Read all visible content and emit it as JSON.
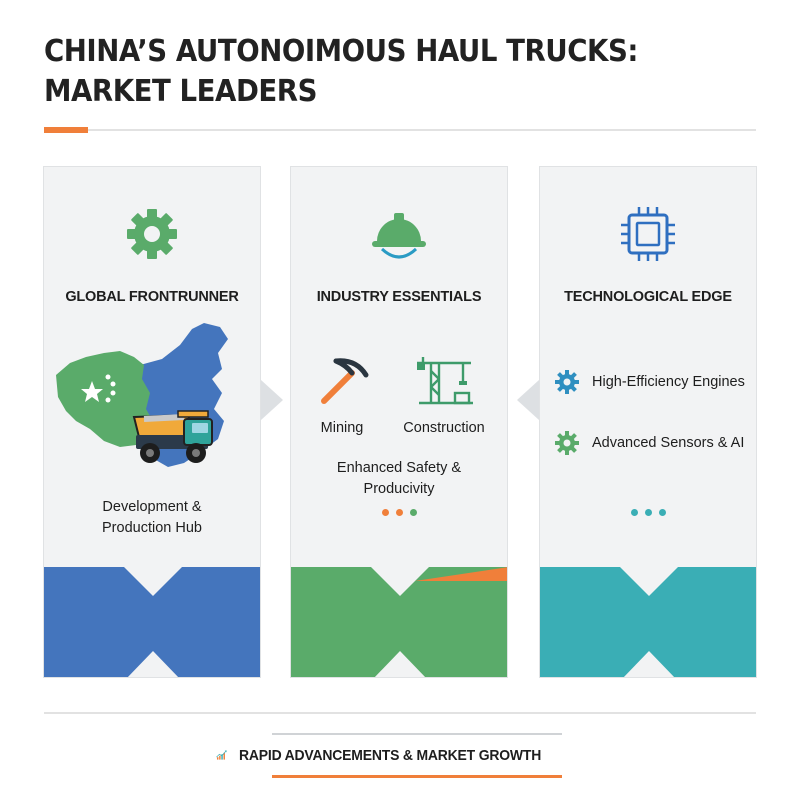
{
  "title": {
    "line1": "CHINA’S AUTONOIMOUS HAUL TRUCKS:",
    "line2": "MARKET LEADERS"
  },
  "colors": {
    "accent_orange": "#f07f3a",
    "green": "#5aab6a",
    "blue": "#4475bd",
    "teal": "#3aaeb5"
  },
  "panels": [
    {
      "heading": "GLOBAL FRONTRUNNER",
      "icon": "gear-icon",
      "caption_line1": "Development &",
      "caption_line2": "Production Hub"
    },
    {
      "heading": "INDUSTRY ESSENTIALS",
      "icon": "hard-hat-icon",
      "tools": [
        {
          "label": "Mining",
          "icon": "pickaxe-icon"
        },
        {
          "label": "Construction",
          "icon": "crane-icon"
        }
      ],
      "caption_line1": "Enhanced Safety &",
      "caption_line2": "Producivity"
    },
    {
      "heading": "TECHNOLOGICAL EDGE",
      "icon": "chip-icon",
      "features": [
        {
          "label": "High-Efficiency Engines",
          "icon": "gear-icon"
        },
        {
          "label": "Advanced Sensors & AI",
          "icon": "gear-icon"
        }
      ]
    }
  ],
  "footer": {
    "text": "RAPID ADVANCEMENTS & MARKET GROWTH",
    "icon": "growth-chart-icon"
  }
}
